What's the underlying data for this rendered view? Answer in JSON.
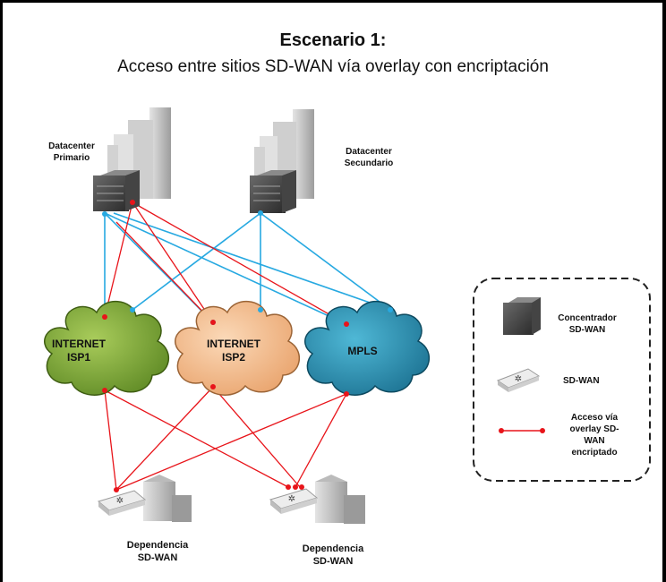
{
  "title": "Escenario 1:",
  "subtitle": "Acceso entre sitios SD-WAN vía overlay con encriptación",
  "nodes": {
    "dc_primary": [
      "Datacenter",
      "Primario"
    ],
    "dc_secondary": [
      "Datacenter",
      "Secundario"
    ],
    "isp1": [
      "INTERNET",
      "ISP1"
    ],
    "isp2": [
      "INTERNET",
      "ISP2"
    ],
    "mpls": [
      "MPLS"
    ],
    "branch_left": [
      "Dependencia",
      "SD-WAN"
    ],
    "branch_right": [
      "Dependencia",
      "SD-WAN"
    ]
  },
  "legend": {
    "concentrator": [
      "Concentrador",
      "SD-WAN"
    ],
    "sdwan": [
      "SD-WAN"
    ],
    "overlay": [
      "Acceso vía",
      "overlay SD-",
      "WAN",
      "encriptado"
    ]
  },
  "colors": {
    "underlay_link": "#27a9e1",
    "overlay_link": "#e8141a",
    "isp1_cloud": "#7ca33a",
    "isp2_cloud": "#f1b888",
    "mpls_cloud": "#2c93b4"
  },
  "icons": {
    "concentrator": "server-rack-icon",
    "sdwan_router": "sdwan-router-icon",
    "building": "building-icon",
    "cloud": "cloud-icon"
  }
}
